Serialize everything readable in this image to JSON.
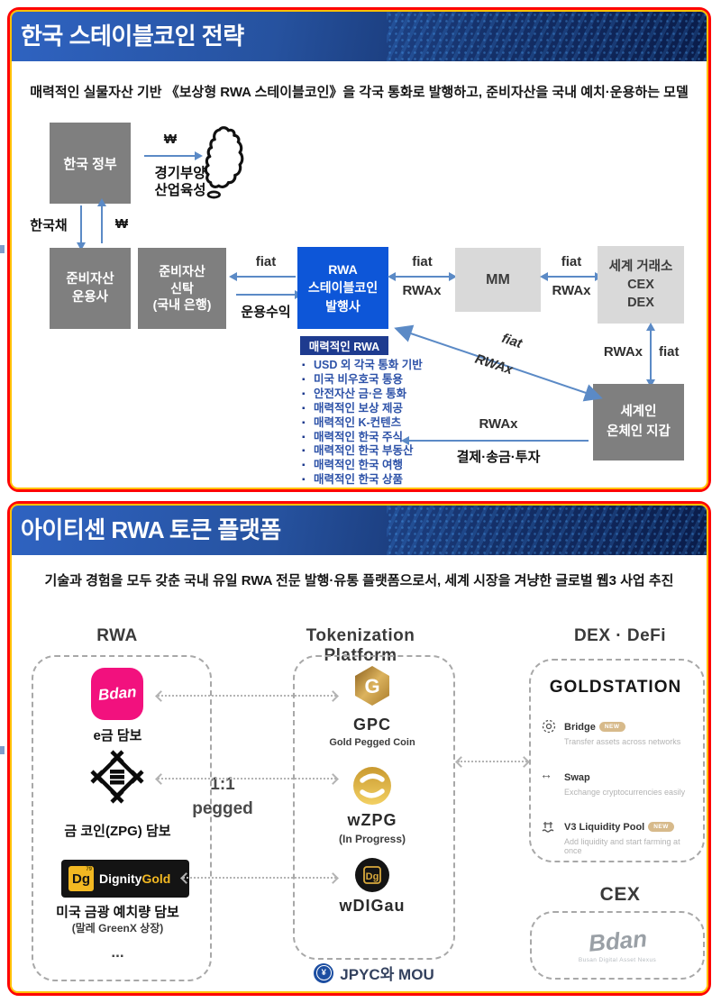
{
  "colors": {
    "border_red": "#FE0505",
    "border_yellow": "#FFC000",
    "banner_blue": "#2F63C1",
    "banner_navy": "#0A1C49",
    "box_dark_gray": "#7F7F7F",
    "box_light_gray": "#D9D9D9",
    "issuer_blue": "#0D56D8",
    "rwa_header_navy": "#1E3B8F",
    "list_blue": "#2D52A8",
    "arrow_blue": "#5B8AC6",
    "bdan_pink": "#F2117E",
    "gold": "#D4A945",
    "new_badge_tan": "#D7BA8B",
    "jpyc_blue": "#1C4EA1"
  },
  "panel1": {
    "title": "한국 스테이블코인 전략",
    "subtitle": "매력적인 실물자산 기반 《보상형 RWA 스테이블코인》을 각국 통화로 발행하고, 준비자산을 국내 예치·운용하는 모델",
    "gov": "한국 정부",
    "won": "₩",
    "stimulus": "경기부양\n산업육성",
    "bond": "한국채",
    "manager": "준비자산\n운용사",
    "trust": "준비자산\n신탁\n(국내 은행)",
    "issuer": "RWA\n스테이블코인\n발행사",
    "fiat": "fiat",
    "rwax": "RWAx",
    "yield": "운용수익",
    "mm": "MM",
    "exchange": "세계 거래소\nCEX\nDEX",
    "wallet": "세계인\n온체인 지갑",
    "settle": "결제·송금·투자",
    "rwa_box_title": "매력적인 RWA",
    "rwa_items": [
      "USD 외 각국 통화 기반",
      "미국 비우호국 통용",
      "안전자산 금·은 통화",
      "매력적인 보상 제공",
      "매력적인 K-컨텐츠",
      "매력적인 한국 주식",
      "매력적인 한국 부동산",
      "매력적인 한국 여행",
      "매력적인 한국 상품"
    ]
  },
  "panel2": {
    "title": "아이티센 RWA 토큰 플랫폼",
    "subtitle": "기술과 경험을 모두 갖춘 국내 유일 RWA 전문 발행·유통 플랫폼으로서, 세계 시장을 겨냥한 글로벌 웹3 사업 추진",
    "col_rwa": "RWA",
    "col_token": "Tokenization Platform",
    "col_dex": "DEX · DeFi",
    "bdan_logo": "Bdan",
    "e_gold": "e금 담보",
    "zpg_label": "금 코인(ZPG) 담보",
    "dignity": {
      "dg": "Dg",
      "num": "79",
      "name1": "Dignity",
      "name2": "Gold"
    },
    "dignity_label": "미국 금광 예치량 담보",
    "dignity_sub": "(말레 GreenX 상장)",
    "more": "...",
    "pegged": "1:1\npegged",
    "gpc": "GPC",
    "gpc_sub": "Gold Pegged Coin",
    "wzpg": "wZPG",
    "wzpg_sub": "(In Progress)",
    "wdigau": "wDIGau",
    "wdigau_logo": "Dg",
    "goldstation": "GOLDSTATION",
    "features": [
      {
        "name": "Bridge",
        "badge": "NEW",
        "desc": "Transfer assets across networks"
      },
      {
        "name": "Swap",
        "desc": "Exchange cryptocurrencies easily"
      },
      {
        "name": "V3 Liquidity Pool",
        "badge": "NEW",
        "desc": "Add liquidity and start farming at once"
      }
    ],
    "cex": "CEX",
    "cex_bdan": "Bdan",
    "cex_tagline": "Busan Digital Asset Nexus",
    "mou_icon": "¥",
    "mou": "JPYC와 MOU"
  }
}
